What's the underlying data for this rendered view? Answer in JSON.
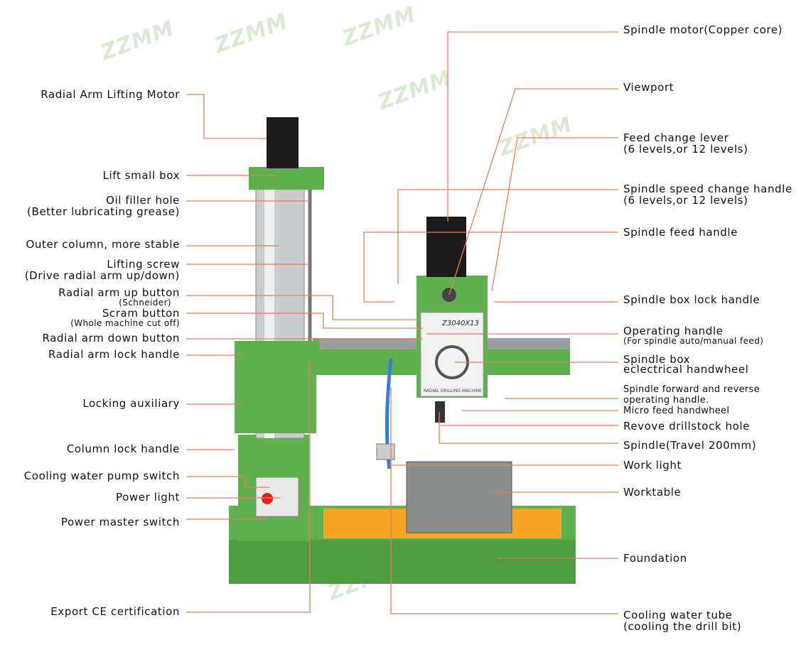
{
  "watermark": "ZZMM",
  "colors": {
    "leader": "#f07a55",
    "machine_green": "#5fb04e",
    "worktable_orange": "#f4a623"
  },
  "left_labels": [
    {
      "text": "Radial Arm Lifting Motor"
    },
    {
      "text": "Lift small box"
    },
    {
      "text": "Oil filler hole",
      "sub": "(Better lubricating grease)"
    },
    {
      "text": "Outer column, more stable"
    },
    {
      "text": "Lifting screw",
      "sub": "(Drive radial arm up/down)"
    },
    {
      "text": "Radial arm up button",
      "sub": "(Schneider)"
    },
    {
      "text": "Scram button",
      "sub": "(Whole machine cut off)"
    },
    {
      "text": "Radial arm down button"
    },
    {
      "text": "Radial arm lock handle"
    },
    {
      "text": "Locking auxiliary"
    },
    {
      "text": "Column lock handle"
    },
    {
      "text": "Cooling water pump switch"
    },
    {
      "text": "Power light"
    },
    {
      "text": "Power master switch"
    },
    {
      "text": "Export CE certification"
    }
  ],
  "right_labels": [
    {
      "text": "Spindle motor(Copper core)"
    },
    {
      "text": "Viewport"
    },
    {
      "text": "Feed change lever",
      "sub": "(6 levels,or 12 levels)"
    },
    {
      "text": "Spindle speed change handle",
      "sub": "(6 levels,or 12 levels)"
    },
    {
      "text": "Spindle feed handle"
    },
    {
      "text": "Spindle box lock handle"
    },
    {
      "text": "Operating handle",
      "sub": "(For spindle auto/manual feed)"
    },
    {
      "text": "Spindle box",
      "sub": "eclectrical handwheel"
    },
    {
      "text": "Spindle forward and reverse",
      "sub": "operating handle."
    },
    {
      "text": "Micro feed handwheel"
    },
    {
      "text": "Revove drillstock hole"
    },
    {
      "text": "Spindle(Travel 200mm)"
    },
    {
      "text": "Work light"
    },
    {
      "text": "Worktable"
    },
    {
      "text": "Foundation"
    },
    {
      "text": "Cooling water tube",
      "sub": "(cooling the drill bit)"
    }
  ],
  "machine": {
    "model_plate": "Z3040X13",
    "name_plate": "RADIAL DRILLING MACHINE"
  }
}
